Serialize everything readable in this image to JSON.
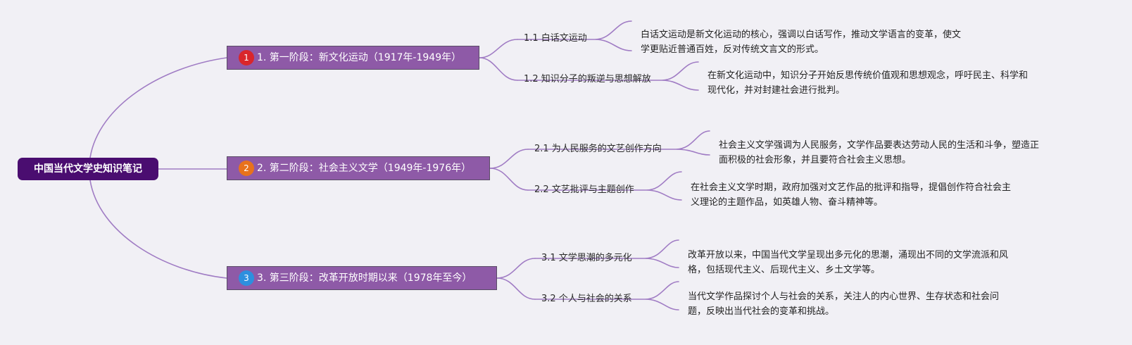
{
  "root": {
    "label": "中国当代文学史知识笔记"
  },
  "colors": {
    "background": "#f1f0f5",
    "root_fill": "#4a0d70",
    "stage_fill": "#8e5aa7",
    "connector": "#a07cc4",
    "badge_1": "#d9262b",
    "badge_2": "#e8721c",
    "badge_3": "#2d8fde"
  },
  "stages": [
    {
      "badge": "1",
      "label": "1. 第一阶段：新文化运动（1917年-1949年）",
      "topics": [
        {
          "label": "1.1 白话文运动",
          "detail": [
            "白话文运动是新文化运动的核心，强调以白话写作，推动文学语言的变革，使文",
            "学更贴近普通百姓，反对传统文言文的形式。"
          ]
        },
        {
          "label": "1.2 知识分子的叛逆与思想解放",
          "detail": [
            "在新文化运动中，知识分子开始反思传统价值观和思想观念，呼吁民主、科学和",
            "现代化，并对封建社会进行批判。"
          ]
        }
      ]
    },
    {
      "badge": "2",
      "label": "2. 第二阶段：社会主义文学（1949年-1976年）",
      "topics": [
        {
          "label": "2.1 为人民服务的文艺创作方向",
          "detail": [
            "社会主义文学强调为人民服务，文学作品要表达劳动人民的生活和斗争，塑造正",
            "面积极的社会形象，并且要符合社会主义思想。"
          ]
        },
        {
          "label": "2.2 文艺批评与主题创作",
          "detail": [
            "在社会主义文学时期，政府加强对文艺作品的批评和指导，提倡创作符合社会主",
            "义理论的主题作品，如英雄人物、奋斗精神等。"
          ]
        }
      ]
    },
    {
      "badge": "3",
      "label": "3. 第三阶段：改革开放时期以来（1978年至今）",
      "topics": [
        {
          "label": "3.1 文学思潮的多元化",
          "detail": [
            "改革开放以来，中国当代文学呈现出多元化的思潮，涌现出不同的文学流派和风",
            "格，包括现代主义、后现代主义、乡土文学等。"
          ]
        },
        {
          "label": "3.2 个人与社会的关系",
          "detail": [
            "当代文学作品探讨个人与社会的关系，关注人的内心世界、生存状态和社会问",
            "题，反映出当代社会的变革和挑战。"
          ]
        }
      ]
    }
  ]
}
